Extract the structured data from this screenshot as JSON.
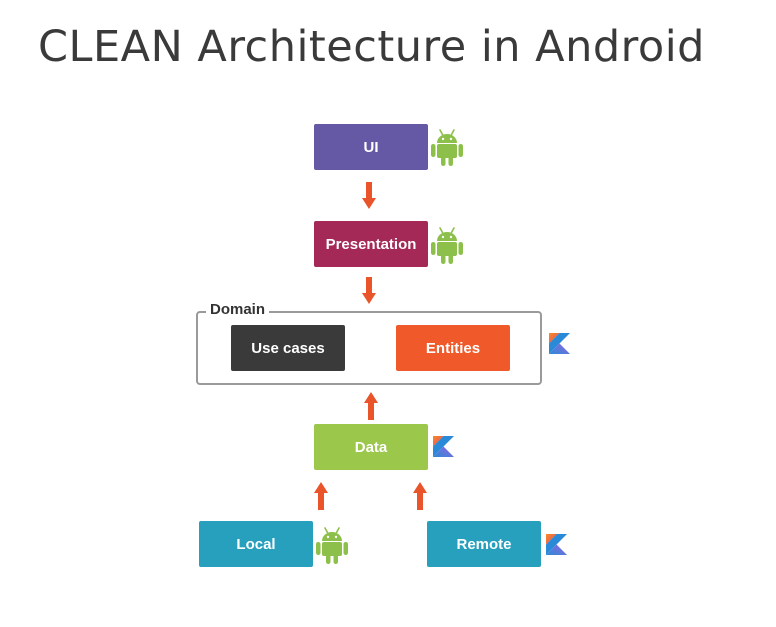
{
  "title": "CLEAN Architecture in Android",
  "layers": {
    "ui": "UI",
    "presentation": "Presentation",
    "domain": "Domain",
    "use_cases": "Use cases",
    "entities": "Entities",
    "data": "Data",
    "local": "Local",
    "remote": "Remote"
  },
  "colors": {
    "ui": "#6558a5",
    "presentation": "#a42956",
    "use_cases": "#3a3a3a",
    "entities": "#f05a2a",
    "data": "#9bc74b",
    "local": "#27a0bd",
    "remote": "#27a0bd",
    "arrow": "#e9542a",
    "android": "#8cc04a"
  },
  "icons": {
    "ui": "android-icon",
    "presentation": "android-icon",
    "domain": "kotlin-icon",
    "data": "kotlin-icon",
    "local": "android-icon",
    "remote": "kotlin-icon"
  }
}
